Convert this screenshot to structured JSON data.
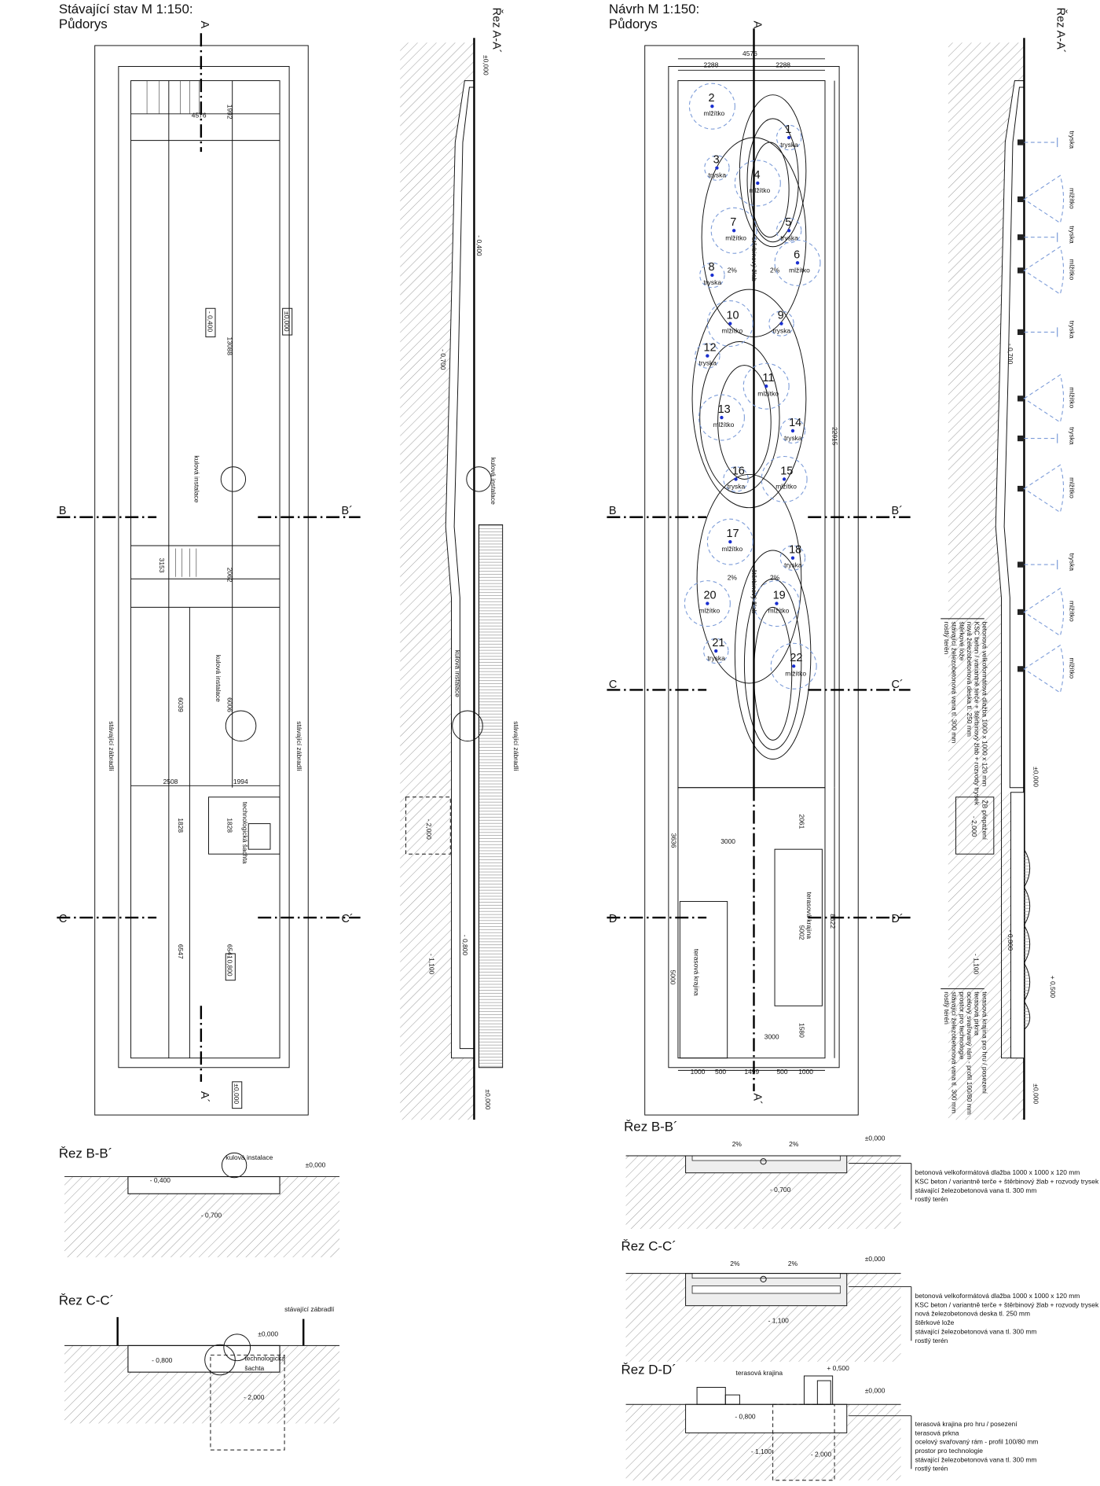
{
  "existing": {
    "title": "Stávající stav M 1:150:",
    "plan_label": "Půdorys",
    "markers": {
      "a": "A",
      "a2": "A´",
      "b": "B",
      "b2": "B´",
      "c": "C",
      "c2": "C´"
    },
    "dims": {
      "width": "4576",
      "d1992": "1992",
      "d13088": "13088",
      "d3153": "3153",
      "d2062": "2062",
      "d6039": "6039",
      "d6006": "6006",
      "d2508": "2508",
      "d1994": "1994",
      "d1828a": "1828",
      "d1828b": "1828",
      "d6547": "6547",
      "d6541": "6541"
    },
    "levels": {
      "top": "±0,000",
      "bottom": "±0,000",
      "pool1": "- 0,400",
      "pool2": "- 0,800"
    },
    "labels": {
      "ball1": "kulová instalace",
      "ball2": "kulová instalace",
      "railing_left": "stávající zábradlí",
      "railing_right": "stávající zábradlí",
      "shaft": "technologická šachta"
    }
  },
  "existing_section_aa": {
    "title": "Řez A-A´",
    "levels": [
      "±0,000",
      "- 0,400",
      "- 0,700",
      "- 2,000",
      "- 0,800",
      "- 1,100",
      "±0,000"
    ],
    "ball1": "kulová instalace",
    "ball2": "kulová instalace",
    "railing": "stávající zábradlí"
  },
  "existing_section_bb": {
    "title": "Řez B-B´",
    "ball": "kulová instalace",
    "levels": [
      "±0,000",
      "- 0,400",
      "- 0,700"
    ]
  },
  "existing_section_cc": {
    "title": "Řez C-C´",
    "railing": "stávající zábradlí",
    "levels": [
      "±0,000",
      "- 0,800",
      "- 2,000"
    ],
    "shaft_line1": "technologická",
    "shaft_line2": "šachta"
  },
  "design": {
    "title": "Návrh M 1:150:",
    "plan_label": "Půdorys",
    "markers": {
      "a": "A",
      "a2": "A´",
      "b": "B",
      "b2": "B´",
      "c": "C",
      "c2": "C´",
      "d": "D",
      "d2": "D´"
    },
    "dims": {
      "width": "4576",
      "half1": "2288",
      "half2": "2288",
      "length": "22915",
      "d3636": "3636",
      "d3000a": "3000",
      "d2061": "2061",
      "d5002": "5002",
      "d8622": "8622",
      "d5000": "5000",
      "d1580": "1580",
      "d3000b": "3000"
    },
    "bottom_dims": [
      "1000",
      "500",
      "1499",
      "500",
      "1000"
    ],
    "slot_drain": [
      "štěrbinový žlab",
      "štěrbinový žlab"
    ],
    "slopes": [
      "2%",
      "2%",
      "2%",
      "2%"
    ],
    "terrace": [
      "terasová krajina",
      "terasová krajina"
    ],
    "fountains": [
      {
        "num": "1",
        "type": "tryska"
      },
      {
        "num": "2",
        "type": "mlžítko"
      },
      {
        "num": "3",
        "type": "tryska"
      },
      {
        "num": "4",
        "type": "mlžítko"
      },
      {
        "num": "5",
        "type": "tryska"
      },
      {
        "num": "6",
        "type": "mlžítko"
      },
      {
        "num": "7",
        "type": "mlžítko"
      },
      {
        "num": "8",
        "type": "tryska"
      },
      {
        "num": "9",
        "type": "tryska"
      },
      {
        "num": "10",
        "type": "mlžítko"
      },
      {
        "num": "11",
        "type": "mlžítko"
      },
      {
        "num": "12",
        "type": "tryska"
      },
      {
        "num": "13",
        "type": "mlžítko"
      },
      {
        "num": "14",
        "type": "tryska"
      },
      {
        "num": "15",
        "type": "mlžítko"
      },
      {
        "num": "16",
        "type": "tryska"
      },
      {
        "num": "17",
        "type": "mlžítko"
      },
      {
        "num": "18",
        "type": "tryska"
      },
      {
        "num": "19",
        "type": "mlžítko"
      },
      {
        "num": "20",
        "type": "mlžítko"
      },
      {
        "num": "21",
        "type": "tryska"
      },
      {
        "num": "22",
        "type": "mlžítko"
      }
    ]
  },
  "design_section_aa": {
    "title": "Řez A-A´",
    "nozzles": [
      "tryska",
      "mlžítko",
      "tryska",
      "mlžítko",
      "tryska",
      "mlžítko",
      "tryska",
      "mlžítko",
      "tryska",
      "mlžítko",
      "mlžítko"
    ],
    "levels": [
      "- 0,700",
      "±0,000",
      "- 2,000",
      "- 0,800",
      "- 1,100",
      "+ 0,500",
      "±0,000"
    ],
    "partition": "ŽB přepažení",
    "legend_paving": [
      "betonová velkoformátová dlažba 1000 x 1000 x 120 mm",
      "KSC beton / variantně terče + štěrbinový žlab + rozvody trysek",
      "nová železobetonová deska tl. 250 mm",
      "štěrkové lože",
      "stávající železobetonová vana tl. 300 mm",
      "rostlý terén"
    ],
    "legend_terrace": [
      "terasová krajina pro hru / posezení",
      "terasová prkna",
      "ocelový svařovaný rám - profil 100/80 mm",
      "prostor pro technologie",
      "stávající železobetonová vana tl. 300 mm",
      "rostlý terén"
    ]
  },
  "design_section_bb": {
    "title": "Řez B-B´",
    "slopes": [
      "2%",
      "2%"
    ],
    "levels": [
      "±0,000",
      "- 0,700"
    ],
    "legend": [
      "betonová velkoformátová dlažba 1000 x 1000 x 120 mm",
      "KSC beton / variantně terče + štěrbinový žlab + rozvody trysek",
      "stávající železobetonová vana tl. 300 mm",
      "rostlý terén"
    ]
  },
  "design_section_cc": {
    "title": "Řez C-C´",
    "slopes": [
      "2%",
      "2%"
    ],
    "levels": [
      "±0,000",
      "- 1,100"
    ],
    "legend": [
      "betonová velkoformátová dlažba 1000 x 1000 x 120 mm",
      "KSC beton / variantně terče + štěrbinový žlab + rozvody trysek",
      "nová železobetonová deska tl. 250 mm",
      "štěrkové lože",
      "stávající železobetonová vana tl. 300 mm",
      "rostlý terén"
    ]
  },
  "design_section_dd": {
    "title": "Řez D-D´",
    "terrace": "terasová krajina",
    "levels": [
      "+ 0,500",
      "±0,000",
      "- 0,800",
      "- 1,100",
      "- 2,000"
    ],
    "legend": [
      "terasová krajina pro hru / posezení",
      "terasová prkna",
      "ocelový svařovaný rám - profil 100/80 mm",
      "prostor pro technologie",
      "stávající železobetonová vana tl. 300 mm",
      "rostlý terén"
    ]
  }
}
